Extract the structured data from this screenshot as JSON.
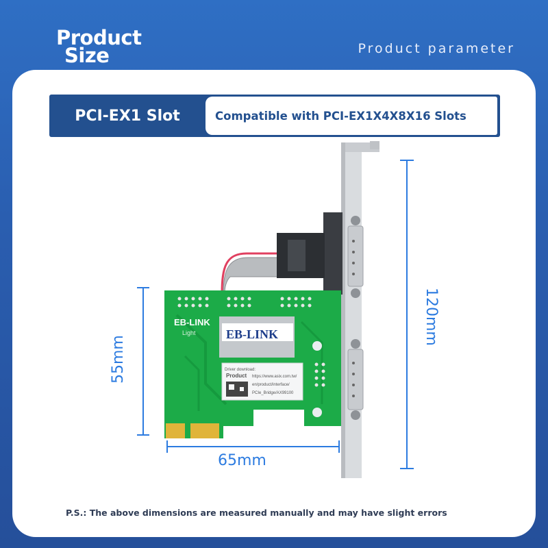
{
  "header": {
    "title_line1": "Product",
    "title_line2": "Size",
    "subtitle": "Product parameter"
  },
  "banner": {
    "slot_label": "PCI-EX1 Slot",
    "compat_label": "Compatible with PCI-EX1X4X8X16 Slots"
  },
  "dimensions": {
    "height_card": "55mm",
    "width_card": "65mm",
    "height_bracket": "120mm"
  },
  "card": {
    "brand_text": "EB-LINK",
    "logo_text": "EB-LINK",
    "logo_sub": "Light",
    "sticker_line1": "Driver download:",
    "sticker_line2": "Product",
    "sticker_url1": "https://www.asix.com.tw/",
    "sticker_url2": "en/product/interface/",
    "sticker_url3": "PCIe_Bridge/AX99100"
  },
  "footnote": "P.S.: The above dimensions are measured manually and may have slight errors",
  "colors": {
    "background": "#2a5eb0",
    "banner": "#23508f",
    "dimension": "#2c7be0",
    "pcb": "#1cab48"
  }
}
